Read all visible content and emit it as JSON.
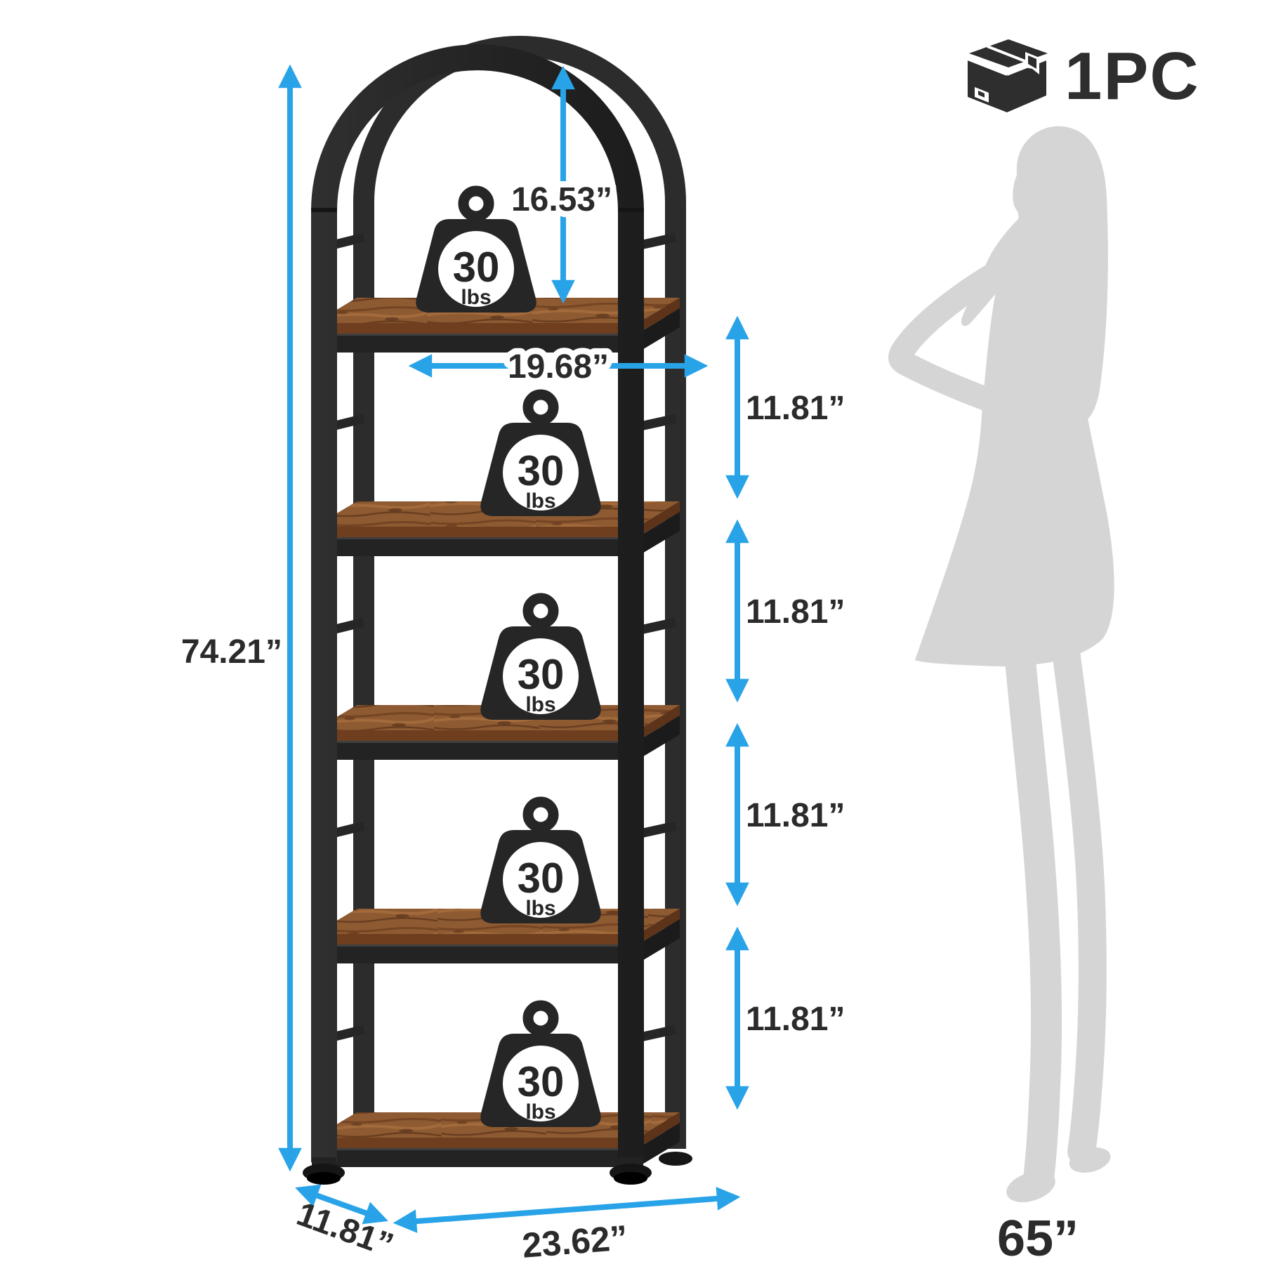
{
  "package_badge": {
    "icon": "box-icon",
    "count_label": "1PC"
  },
  "weight_badge": {
    "icon": "weight-icon",
    "value": "30",
    "unit": "lbs",
    "shelf_count": 5
  },
  "dimensions": {
    "overall_height": "74.21”",
    "arch_inner_height": "16.53”",
    "inner_width": "19.68”",
    "tier_spacing_labels": [
      "11.81”",
      "11.81”",
      "11.81”",
      "11.81”"
    ],
    "depth": "11.81”",
    "overall_width": "23.62”",
    "reference_person_height": "65”"
  },
  "colors": {
    "accent_blue": "#29a3e8",
    "frame_black": "#262626",
    "wood_brown": "#8e5a31",
    "silhouette_gray": "#d5d5d5",
    "text_dark": "#2b2b2b"
  }
}
